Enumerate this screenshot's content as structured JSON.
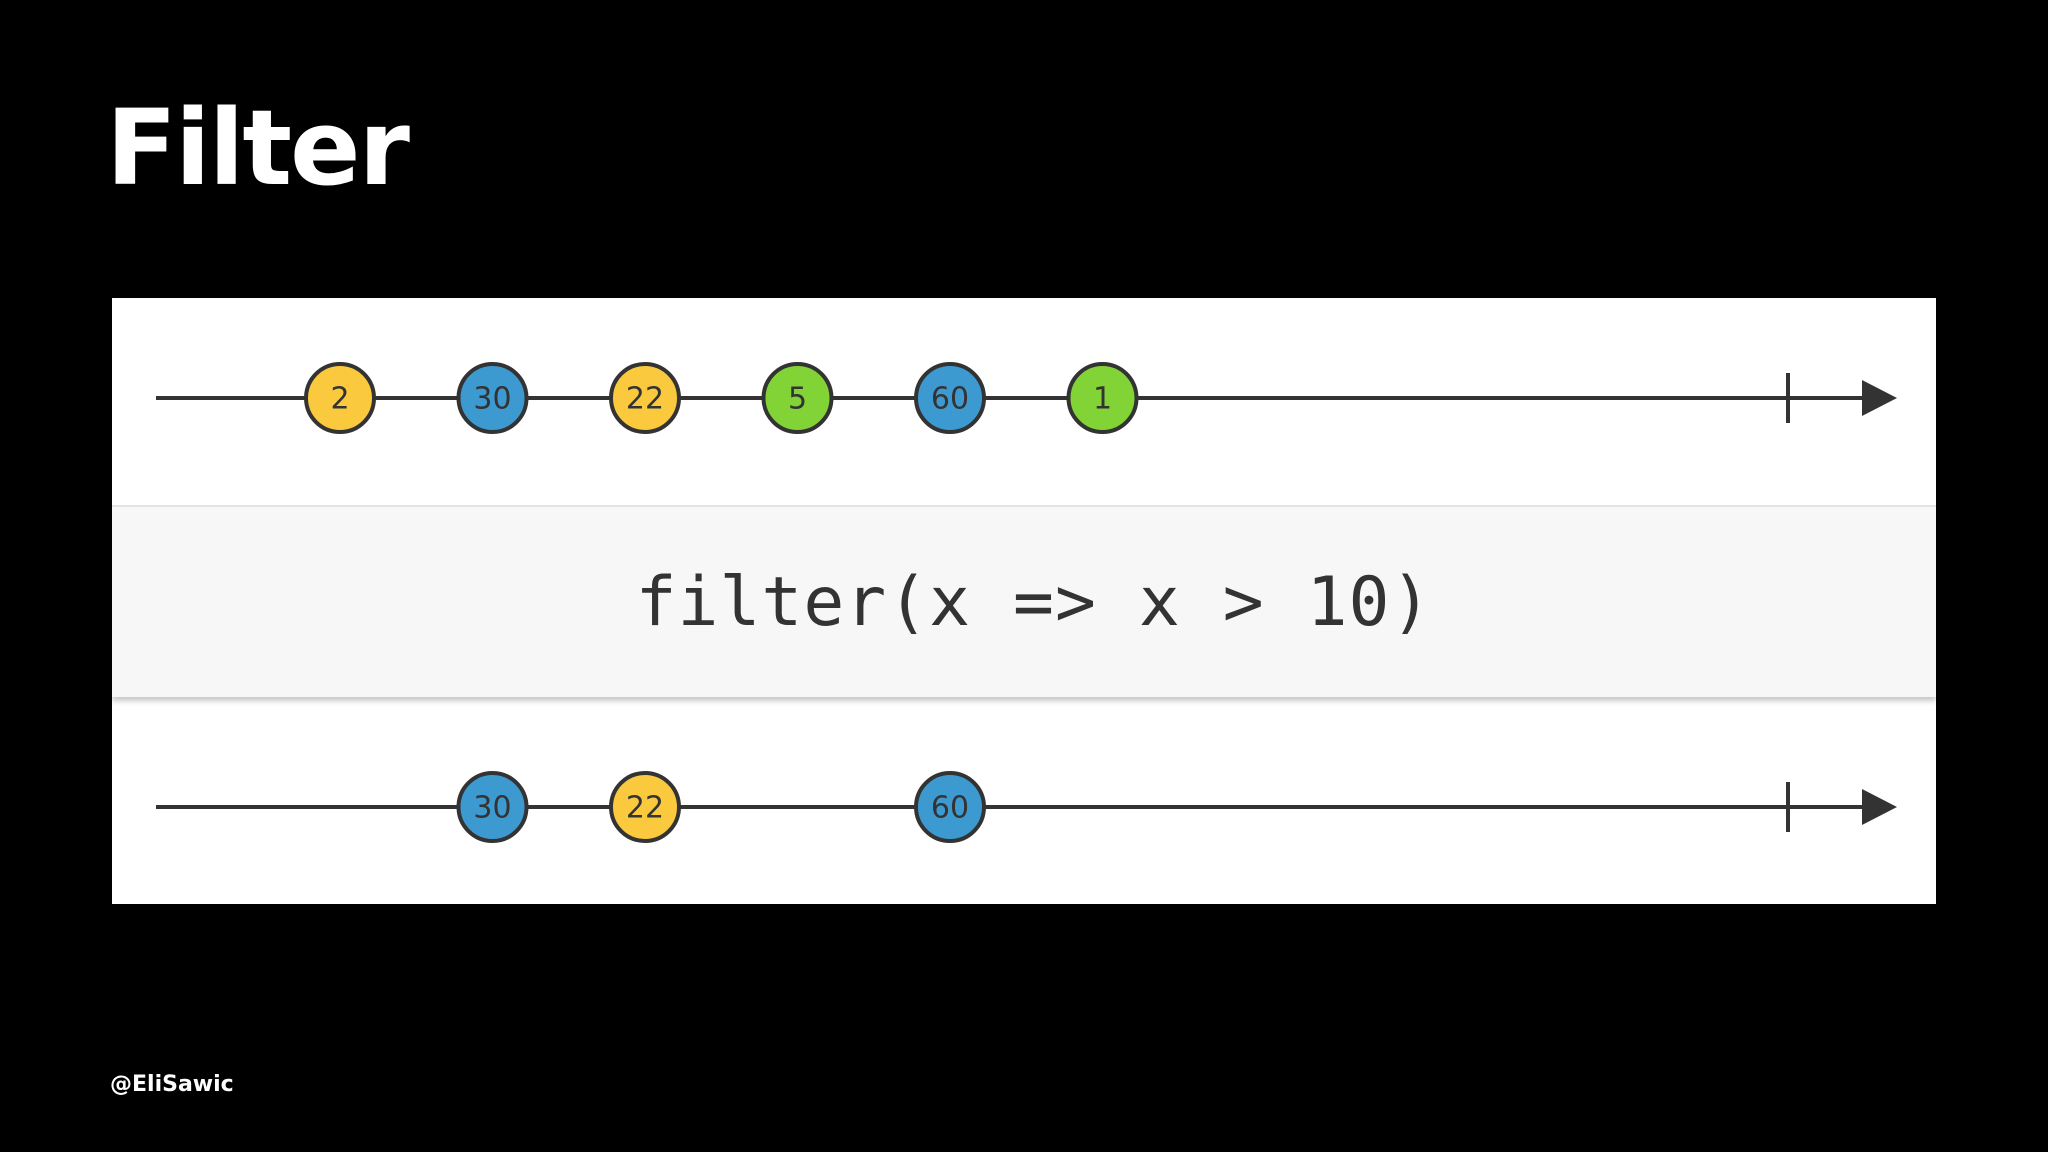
{
  "slide": {
    "title": "Filter",
    "handle": "@EliSawic"
  },
  "operator": {
    "label": "filter(x => x > 10)"
  },
  "colors": {
    "yellow": "#FBC93D",
    "blue": "#3D9AD1",
    "green": "#82D335",
    "stroke": "#333333"
  },
  "input_stream": {
    "marbles": [
      {
        "label": "2",
        "color": "yellow",
        "slot": 0
      },
      {
        "label": "30",
        "color": "blue",
        "slot": 1
      },
      {
        "label": "22",
        "color": "yellow",
        "slot": 2
      },
      {
        "label": "5",
        "color": "green",
        "slot": 3
      },
      {
        "label": "60",
        "color": "blue",
        "slot": 4
      },
      {
        "label": "1",
        "color": "green",
        "slot": 5
      }
    ],
    "completed": true
  },
  "output_stream": {
    "marbles": [
      {
        "label": "30",
        "color": "blue",
        "slot": 1
      },
      {
        "label": "22",
        "color": "yellow",
        "slot": 2
      },
      {
        "label": "60",
        "color": "blue",
        "slot": 4
      }
    ],
    "completed": true
  }
}
